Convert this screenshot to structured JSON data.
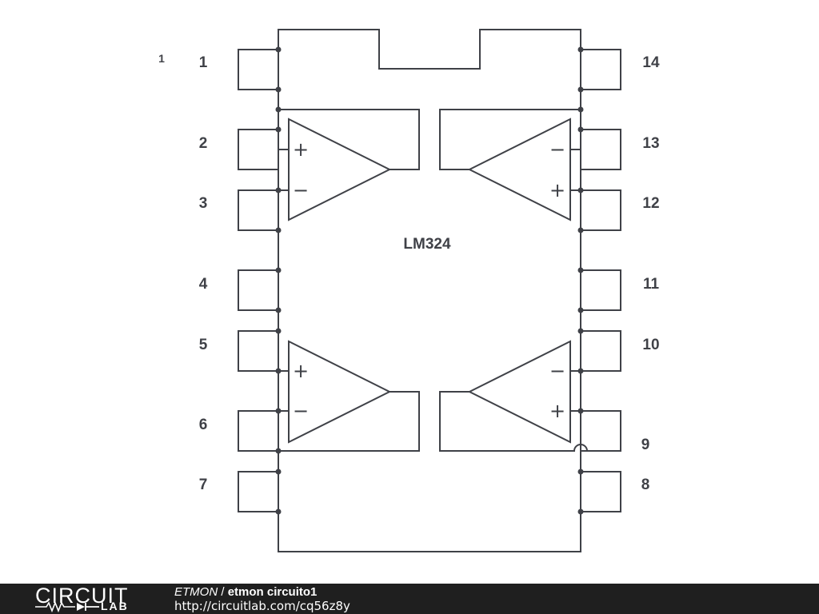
{
  "sheet_number": "1",
  "chip": {
    "label": "LM324",
    "pins": {
      "p1": "1",
      "p2": "2",
      "p3": "3",
      "p4": "4",
      "p5": "5",
      "p6": "6",
      "p7": "7",
      "p8": "8",
      "p9": "9",
      "p10": "10",
      "p11": "11",
      "p12": "12",
      "p13": "13",
      "p14": "14"
    }
  },
  "opamp_symbols": {
    "plus": "+",
    "minus": "−"
  },
  "footer": {
    "logo_main": "CIRCUIT",
    "logo_sub": "LAB",
    "author": "ETMON",
    "separator": " / ",
    "circuit_name": "etmon circuito1",
    "url": "http://circuitlab.com/cq56z8y"
  },
  "colors": {
    "ink": "#3f4147",
    "footer_bg": "#1f1f1f",
    "footer_text": "#ffffff"
  }
}
